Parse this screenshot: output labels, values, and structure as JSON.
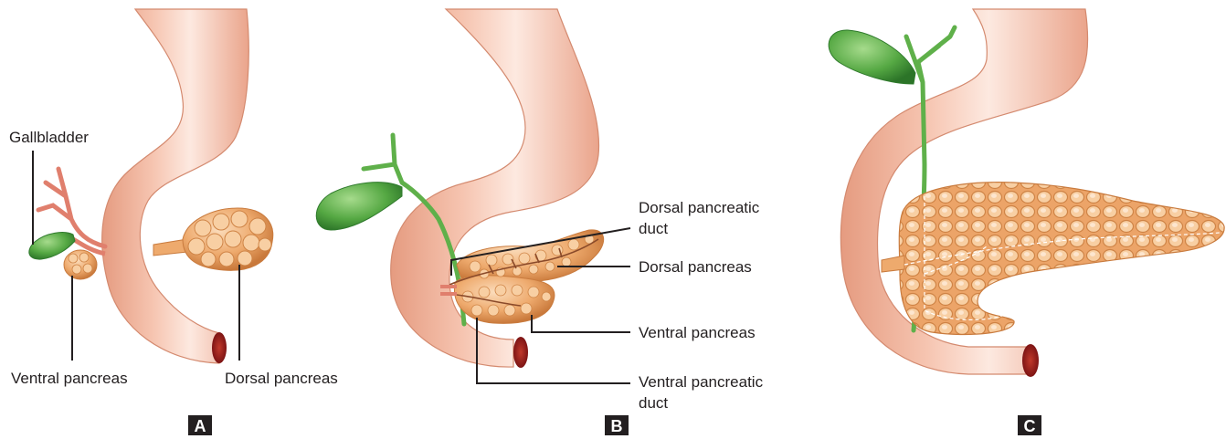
{
  "panels": [
    {
      "id": "A",
      "label": "A",
      "labels": {
        "gallbladder": "Gallbladder",
        "ventral_pancreas": "Ventral pancreas",
        "dorsal_pancreas": "Dorsal pancreas"
      }
    },
    {
      "id": "B",
      "label": "B",
      "labels": {
        "dorsal_duct_line1": "Dorsal pancreatic",
        "dorsal_duct_line2": "duct",
        "dorsal_pancreas": "Dorsal pancreas",
        "ventral_pancreas": "Ventral pancreas",
        "ventral_duct_line1": "Ventral pancreatic",
        "ventral_duct_line2": "duct"
      }
    },
    {
      "id": "C",
      "label": "C"
    }
  ],
  "colors": {
    "gut_light": "#fbe3d8",
    "gut_mid": "#f3b9a2",
    "gut_dark": "#e39a80",
    "gut_lumen": "#9a1d1d",
    "pancreas_light": "#f6c99c",
    "pancreas_mid": "#e9a66b",
    "pancreas_dark": "#c97b3e",
    "bile_green": "#5fb04a",
    "bile_dark": "#2f7a2c",
    "duct_pink": "#e07f6d",
    "label_box": "#231f20"
  }
}
